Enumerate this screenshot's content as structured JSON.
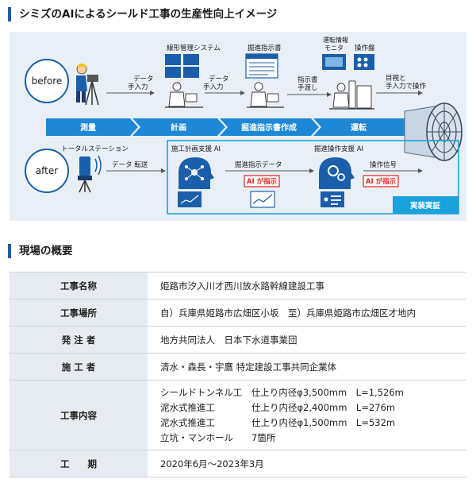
{
  "headings": {
    "diagram_title": "シミズのAIによるシールド工事の生産性向上イメージ",
    "overview_title": "現場の概要"
  },
  "diagram": {
    "before_label": "before",
    "after_label": "after",
    "before_labels": {
      "data_input_1": [
        "データ",
        "手入力"
      ],
      "data_input_2": [
        "データ",
        "手入力"
      ],
      "system": "線形管理システム",
      "instruction_doc": "掘進指示書",
      "instruction_hand": [
        "指示書",
        "手渡し"
      ],
      "monitor": [
        "運転情報",
        "モニタ"
      ],
      "panel": "操作盤",
      "visual_op": [
        "目視と",
        "手入力で操作"
      ]
    },
    "process_steps": [
      "測量",
      "計画",
      "掘進指示書作成",
      "運転"
    ],
    "after_labels": {
      "total_station": "トータルステーション",
      "data_transfer": "データ 転送",
      "plan_ai": "施工計画支援 AI",
      "instruction_data": "掘進指示データ",
      "ai_instruct_1": "AI が指示",
      "op_ai": "掘進操作支援 AI",
      "op_signal": "操作信号",
      "ai_instruct_2": "AI が指示",
      "badge": "実装実証"
    },
    "colors": {
      "accent": "#1b5faa",
      "bar": "#1e88d6",
      "red": "#e0231d",
      "box": "#19a2dc"
    }
  },
  "overview": {
    "rows": [
      {
        "label": "工事名称",
        "lines": [
          "姫路市汐入川才西川放水路幹線建設工事"
        ]
      },
      {
        "label": "工事場所",
        "lines": [
          "自）兵庫県姫路市広畑区小坂　至）兵庫県姫路市広畑区才地内"
        ]
      },
      {
        "label": "発 注 者",
        "lines": [
          "地方共同法人　日本下水道事業団"
        ]
      },
      {
        "label": "施 工 者",
        "lines": [
          "清水・森長・宇鷹 特定建設工事共同企業体"
        ]
      },
      {
        "label": "工事内容",
        "lines": [
          "シールドトンネル工　仕上り内径φ3,500mm　L=1,526m",
          "泥水式推進工　　　　仕上り内径φ2,400mm　L=276m",
          "泥水式推進工　　　　仕上り内径φ1,500mm　L=532m",
          "立坑・マンホール　　7箇所"
        ]
      },
      {
        "label": "工　　期",
        "lines": [
          "2020年6月～2023年3月"
        ]
      }
    ]
  }
}
